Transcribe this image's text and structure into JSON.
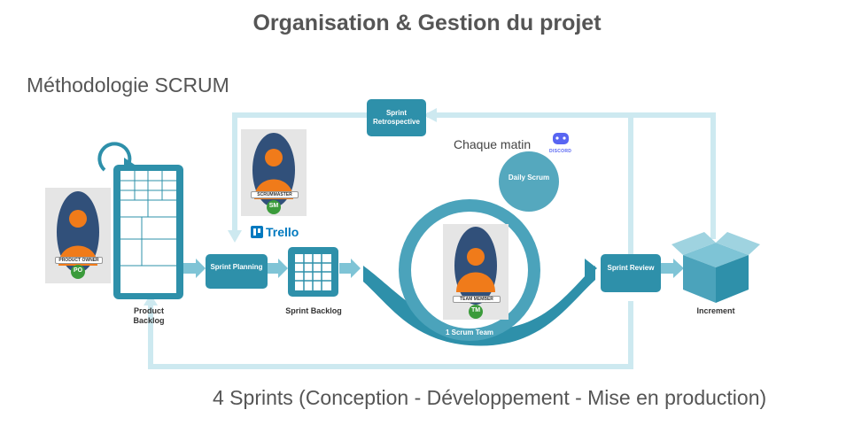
{
  "title": "Organisation & Gestion du projet",
  "subtitle": "Méthodologie SCRUM",
  "sprints_note": "4 Sprints (Conception - Développement - Mise en production)",
  "daily_note": "Chaque matin",
  "discord_label": "DISCORD",
  "trello_label": "Trello",
  "diagram": {
    "product_backlog": "Product Backlog",
    "sprint_planning": "Sprint Planning",
    "sprint_backlog": "Sprint Backlog",
    "sprint_retrospective": "Sprint Retrospective",
    "daily_scrum": "Daily Scrum",
    "scrum_team": "1 Scrum Team",
    "sprint_review": "Sprint Review",
    "increment": "Increment"
  },
  "roles": {
    "product_owner": {
      "badge": "PRODUCT OWNER",
      "initials": "PO"
    },
    "scrum_master": {
      "badge": "SCRUMMASTER",
      "initials": "SM"
    },
    "team_member": {
      "badge": "TEAM MEMBER",
      "initials": "TM"
    }
  },
  "colors": {
    "teal": "#2e90aa",
    "light_teal": "#aedbe6",
    "arrow": "#7fc4d6",
    "title": "#555555",
    "trello": "#0079bf",
    "discord": "#5865f2"
  }
}
